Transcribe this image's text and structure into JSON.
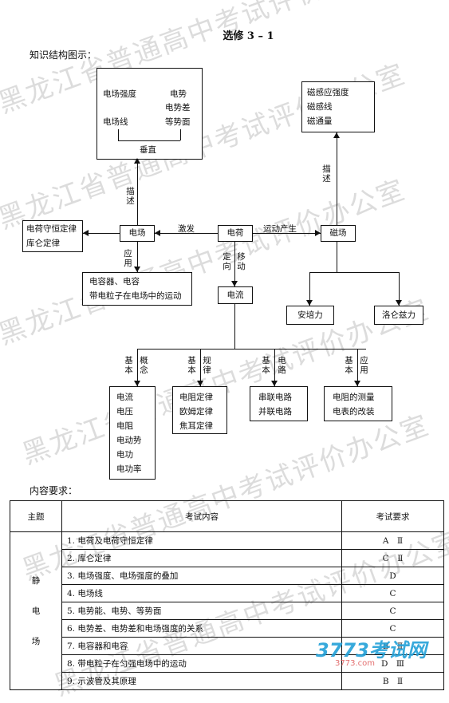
{
  "header": {
    "title": "选修 3 – 1",
    "knowledge_heading": "知识结构图示：",
    "requirements_heading": "内容要求："
  },
  "diagram": {
    "field_props": [
      "电场强度",
      "电场线"
    ],
    "potential_props": [
      "电势",
      "电势差",
      "等势面"
    ],
    "perpendicular": "垂直",
    "describe_left": "描述",
    "describe_right": "描述",
    "conservation": [
      "电荷守恒定律",
      "库仑定律"
    ],
    "field": "电场",
    "charge": "电荷",
    "excite": "激发",
    "motion_produce": "运动产生",
    "magnetic_field": "磁场",
    "magnetic_props": [
      "磁感应强度",
      "磁感线",
      "磁通量"
    ],
    "application": "应用",
    "directional": "定向",
    "move": "移动",
    "capacitor": [
      "电容器、电容",
      "带电粒子在电场中的运动"
    ],
    "current": "电流",
    "ampere_force": "安培力",
    "lorentz_force": "洛仑兹力",
    "basic_concept_a": "基本",
    "basic_concept_b": "概念",
    "basic_law_a": "基本",
    "basic_law_b": "规律",
    "basic_circuit_a": "基本",
    "basic_circuit_b": "电路",
    "basic_app_a": "基本",
    "basic_app_b": "应用",
    "concepts": [
      "电流",
      "电压",
      "电阻",
      "电动势",
      "电功",
      "电功率"
    ],
    "laws": [
      "电阻定律",
      "欧姆定律",
      "焦耳定律"
    ],
    "circuits": [
      "串联电路",
      "并联电路"
    ],
    "applications": [
      "电阻的测量",
      "电表的改装"
    ]
  },
  "table": {
    "headers": [
      "主题",
      "考试内容",
      "考试要求"
    ],
    "subject": [
      "静",
      "电",
      "场"
    ],
    "rows": [
      {
        "content": "1. 电荷及电荷守恒定律",
        "req": "A　Ⅱ"
      },
      {
        "content": "2. 库仑定律",
        "req": "C　Ⅱ"
      },
      {
        "content": "3. 电场强度、电场强度的叠加",
        "req": "D"
      },
      {
        "content": "4. 电场线",
        "req": "C"
      },
      {
        "content": "5. 电势能、电势、等势面",
        "req": "C"
      },
      {
        "content": "6. 电势差、电势差和电场强度的关系",
        "req": "C"
      },
      {
        "content": "7. 电容器和电容",
        "req": "B　Ⅱ"
      },
      {
        "content": "8. 带电粒子在匀强电场中的运动",
        "req": "D　Ⅲ"
      },
      {
        "content": "9. 示波管及其原理",
        "req": "B　Ⅱ"
      }
    ]
  },
  "watermark": "黑龙江省普通高中考试评价办公室",
  "logo": {
    "text": "3773考试网",
    "sub": "3773.com"
  }
}
